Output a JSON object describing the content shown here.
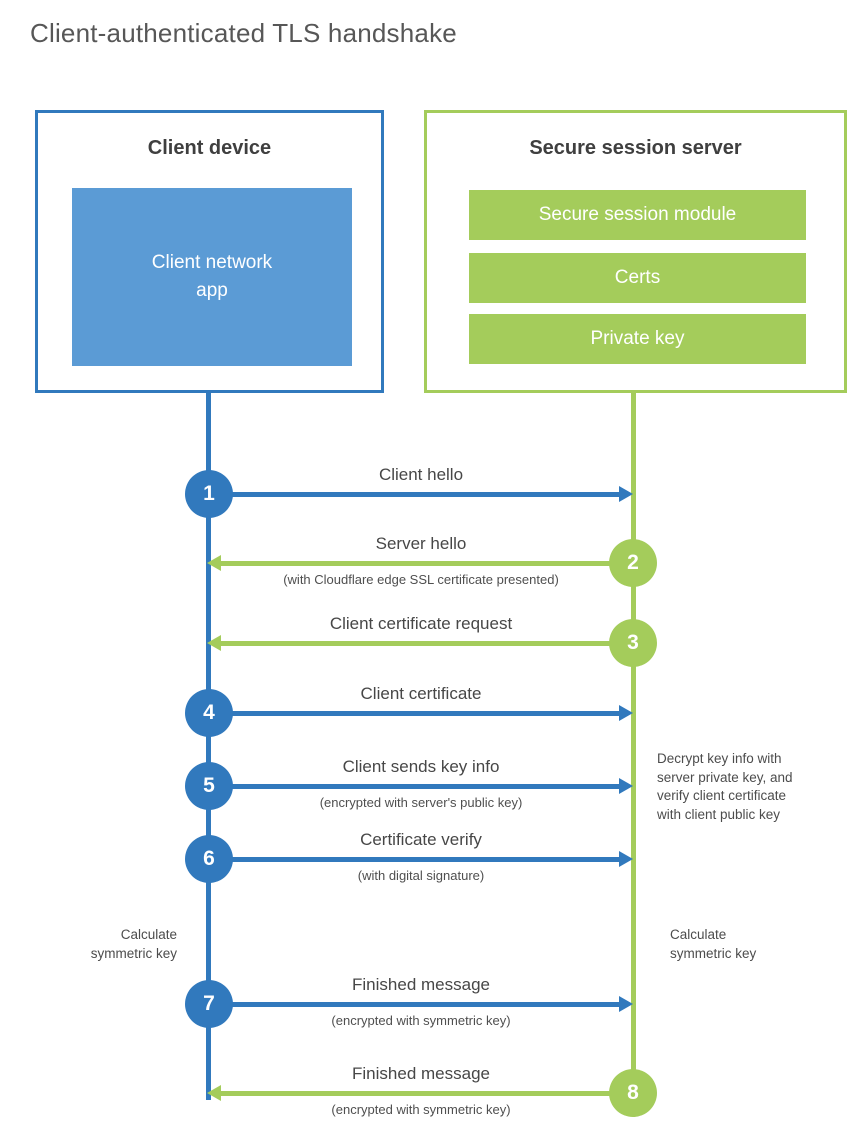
{
  "title": "Client-authenticated TLS handshake",
  "colors": {
    "blue": "#3179bd",
    "blue_fill": "#5b9bd5",
    "green": "#a4cc5b",
    "heading_text": "#3f3f3f",
    "label_text": "#474747"
  },
  "client_box": {
    "title": "Client device",
    "module_lines": [
      "Client network",
      "app"
    ]
  },
  "server_box": {
    "title": "Secure session server",
    "modules": [
      "Secure session module",
      "Certs",
      "Private key"
    ]
  },
  "steps": [
    {
      "num": "1",
      "label": "Client hello",
      "sub": "",
      "direction": "right",
      "color": "blue"
    },
    {
      "num": "2",
      "label": "Server hello",
      "sub": "(with Cloudflare edge SSL certificate presented)",
      "direction": "left",
      "color": "green"
    },
    {
      "num": "3",
      "label": "Client certificate request",
      "sub": "",
      "direction": "left",
      "color": "green"
    },
    {
      "num": "4",
      "label": "Client certificate",
      "sub": "",
      "direction": "right",
      "color": "blue"
    },
    {
      "num": "5",
      "label": "Client sends key info",
      "sub": "(encrypted with server's public key)",
      "direction": "right",
      "color": "blue"
    },
    {
      "num": "6",
      "label": "Certificate verify",
      "sub": "(with digital signature)",
      "direction": "right",
      "color": "blue"
    },
    {
      "num": "7",
      "label": "Finished message",
      "sub": "(encrypted with symmetric key)",
      "direction": "right",
      "color": "blue"
    },
    {
      "num": "8",
      "label": "Finished message",
      "sub": "(encrypted with symmetric key)",
      "direction": "left",
      "color": "green"
    }
  ],
  "notes": {
    "decrypt_lines": [
      "Decrypt key info with",
      "server private key, and",
      "verify client certificate",
      "with client public key"
    ],
    "calc_left_lines": [
      "Calculate",
      "symmetric key"
    ],
    "calc_right_lines": [
      "Calculate",
      "symmetric key"
    ]
  }
}
